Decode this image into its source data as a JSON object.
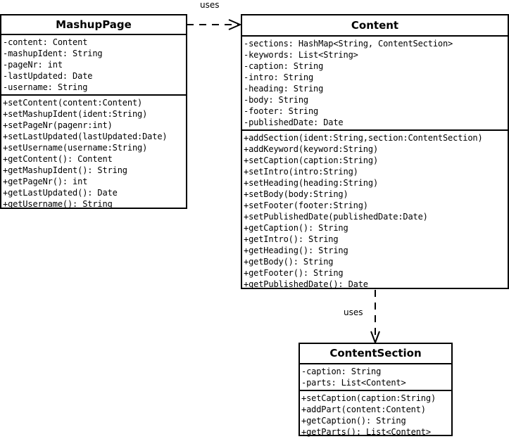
{
  "classes": {
    "mashup_page": {
      "name": "MashupPage",
      "attributes": [
        "-content: Content",
        "-mashupIdent: String",
        "-pageNr: int",
        "-lastUpdated: Date",
        "-username: String"
      ],
      "methods": [
        "+setContent(content:Content)",
        "+setMashupIdent(ident:String)",
        "+setPageNr(pagenr:int)",
        "+setLastUpdated(lastUpdated:Date)",
        "+setUsername(username:String)",
        "+getContent(): Content",
        "+getMashupIdent(): String",
        "+getPageNr(): int",
        "+getLastUpdated(): Date",
        "+getUsername(): String"
      ]
    },
    "content": {
      "name": "Content",
      "attributes": [
        "-sections: HashMap<String, ContentSection>",
        "-keywords: List<String>",
        "-caption: String",
        "-intro: String",
        "-heading: String",
        "-body: String",
        "-footer: String",
        "-publishedDate: Date"
      ],
      "methods": [
        "+addSection(ident:String,section:ContentSection)",
        "+addKeyword(keyword:String)",
        "+setCaption(caption:String)",
        "+setIntro(intro:String)",
        "+setHeading(heading:String)",
        "+setBody(body:String)",
        "+setFooter(footer:String)",
        "+setPublishedDate(publishedDate:Date)",
        "+getCaption(): String",
        "+getIntro(): String",
        "+getHeading(): String",
        "+getBody(): String",
        "+getFooter(): String",
        "+getPublishedDate(): Date"
      ]
    },
    "content_section": {
      "name": "ContentSection",
      "attributes": [
        "-caption: String",
        "-parts: List<Content>"
      ],
      "methods": [
        "+setCaption(caption:String)",
        "+addPart(content:Content)",
        "+getCaption(): String",
        "+getParts(): List<Content>"
      ]
    }
  },
  "relations": {
    "mashup_uses_content": {
      "label": "uses"
    },
    "content_uses_section": {
      "label": "uses"
    }
  }
}
